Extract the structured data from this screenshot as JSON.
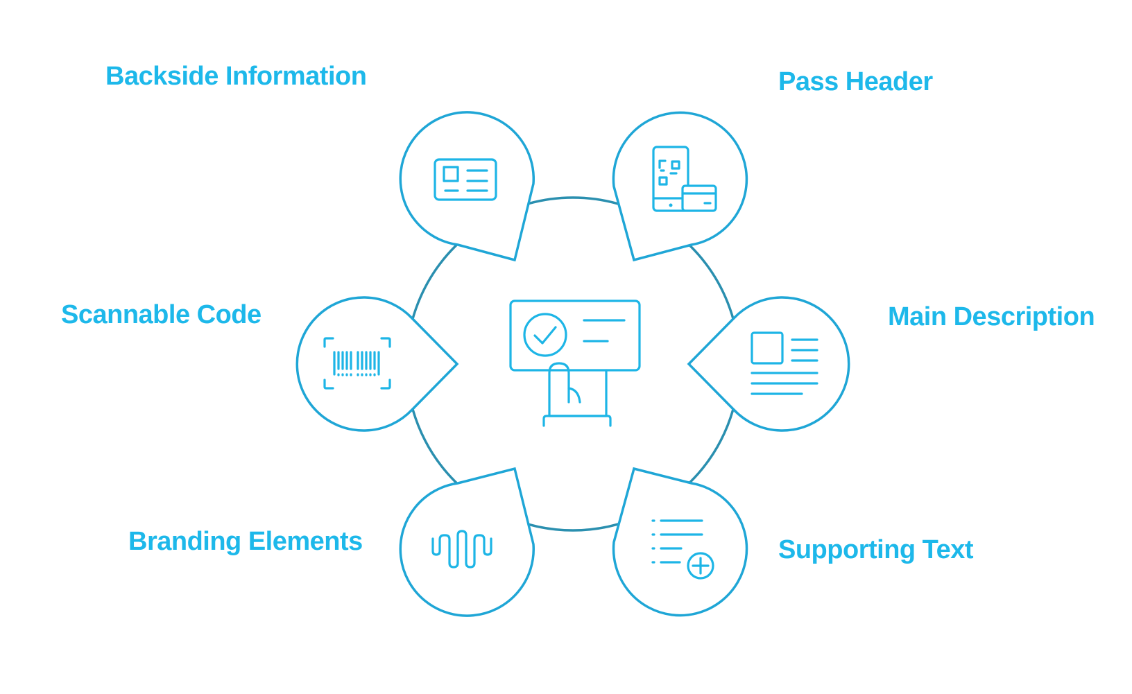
{
  "diagram": {
    "center": {
      "icon": "touch-pass-check-icon"
    },
    "nodes": [
      {
        "label": "Backside Information",
        "icon": "id-card-icon"
      },
      {
        "label": "Pass Header",
        "icon": "phone-qr-card-icon"
      },
      {
        "label": "Scannable Code",
        "icon": "barcode-scan-icon"
      },
      {
        "label": "Main Description",
        "icon": "article-layout-icon"
      },
      {
        "label": "Branding Elements",
        "icon": "waveform-logo-icon"
      },
      {
        "label": "Supporting Text",
        "icon": "list-add-icon"
      }
    ]
  },
  "colors": {
    "accent": "#1DB8EA",
    "ring": "#2A8FAF",
    "pin_stroke": "#1FA6D6",
    "background": "#FFFFFF"
  }
}
